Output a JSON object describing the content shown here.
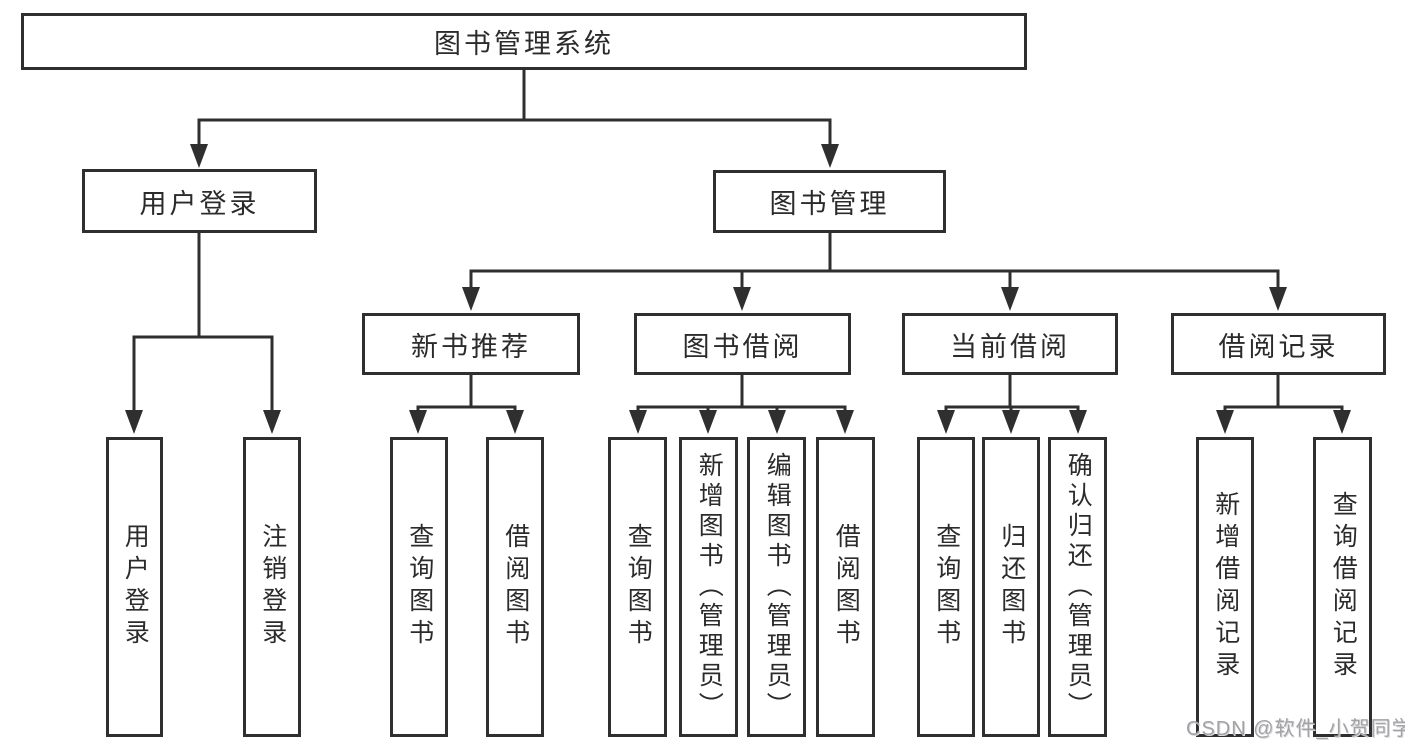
{
  "diagram_type": "functional-structure-tree",
  "tree": {
    "label": "图书管理系统",
    "children": [
      {
        "label": "用户登录",
        "children": [
          {
            "label": "用户登录"
          },
          {
            "label": "注销登录"
          }
        ]
      },
      {
        "label": "图书管理",
        "children": [
          {
            "label": "新书推荐",
            "children": [
              {
                "label": "查询图书"
              },
              {
                "label": "借阅图书"
              }
            ]
          },
          {
            "label": "图书借阅",
            "children": [
              {
                "label": "查询图书"
              },
              {
                "label": "新增图书（管理员）"
              },
              {
                "label": "编辑图书（管理员）"
              },
              {
                "label": "借阅图书"
              }
            ]
          },
          {
            "label": "当前借阅",
            "children": [
              {
                "label": "查询图书"
              },
              {
                "label": "归还图书"
              },
              {
                "label": "确认归还（管理员）"
              }
            ]
          },
          {
            "label": "借阅记录",
            "children": [
              {
                "label": "新增借阅记录"
              },
              {
                "label": "查询借阅记录"
              }
            ]
          }
        ]
      }
    ]
  },
  "watermark": "CSDN @软件_小贺同学",
  "colors": {
    "line": "#2f2f2f",
    "box_border": "#2f2f2f",
    "text": "#2b2b2b",
    "background": "#ffffff",
    "watermark": "#a3a3a6"
  }
}
